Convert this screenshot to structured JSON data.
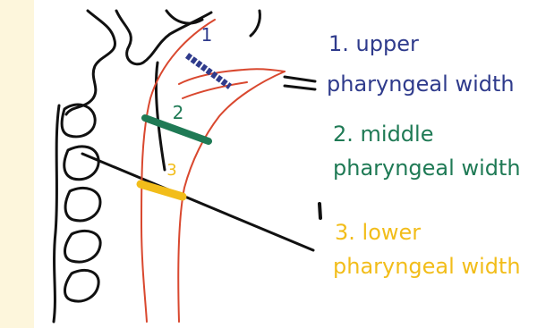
{
  "diagram": {
    "colors": {
      "margin_strip": "#fdf6dc",
      "bone": "#111111",
      "airway": "#d9482f",
      "upper": "#2f3b8c",
      "middle": "#1f7a55",
      "lower": "#f2bd1a"
    },
    "measurements": [
      {
        "marker": "1",
        "label_lines": [
          "1. upper",
          "pharyngeal width"
        ]
      },
      {
        "marker": "2",
        "label_lines": [
          "2. middle",
          "pharyngeal width"
        ]
      },
      {
        "marker": "3",
        "label_lines": [
          "3. lower",
          "pharyngeal width"
        ]
      }
    ]
  }
}
